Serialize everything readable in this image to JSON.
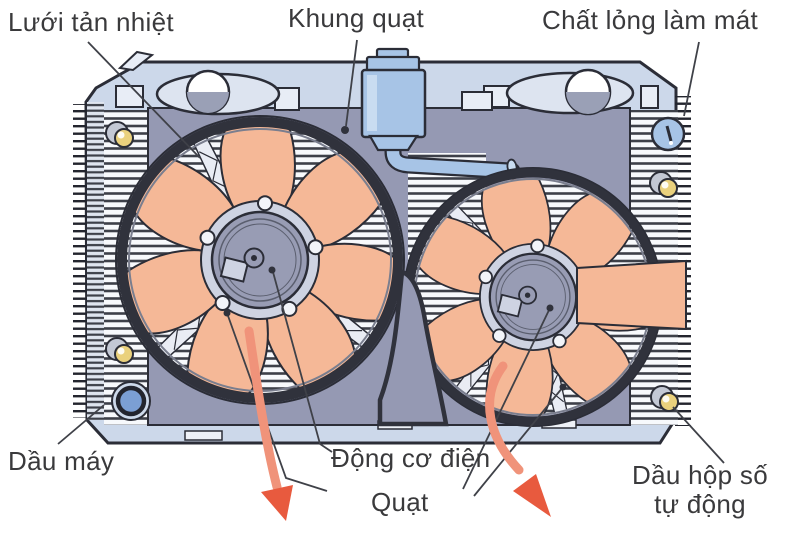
{
  "figure": {
    "type": "technical-diagram",
    "labels": {
      "radiator_core": "Lưới tản nhiệt",
      "fan_shroud": "Khung quạt",
      "coolant": "Chất lỏng làm mát",
      "engine_oil": "Dầu máy",
      "electric_motor": "Động cơ điện",
      "fan": "Quạt",
      "transmission_fluid_line1": "Dầu hộp số",
      "transmission_fluid_line2": "tự động"
    }
  },
  "colors": {
    "background": "#ffffff",
    "tank": "#ccd8ea",
    "fins_bg": "#f7f9fc",
    "fins_line": "#3d4049",
    "shroud": "#9599b3",
    "blade": "#f5b897",
    "ring": "#30323c",
    "motor": "#989cb4",
    "hub_plate": "#ced3e2",
    "blue_part": "#a7c4e6",
    "bolt": "#ead17d",
    "plug": "#7b9fd4",
    "arrow": "#f0937a",
    "arrow_head": "#e85a3e",
    "outline": "#2b2d37",
    "leader": "#3f4148",
    "text": "#3a3a3c"
  }
}
